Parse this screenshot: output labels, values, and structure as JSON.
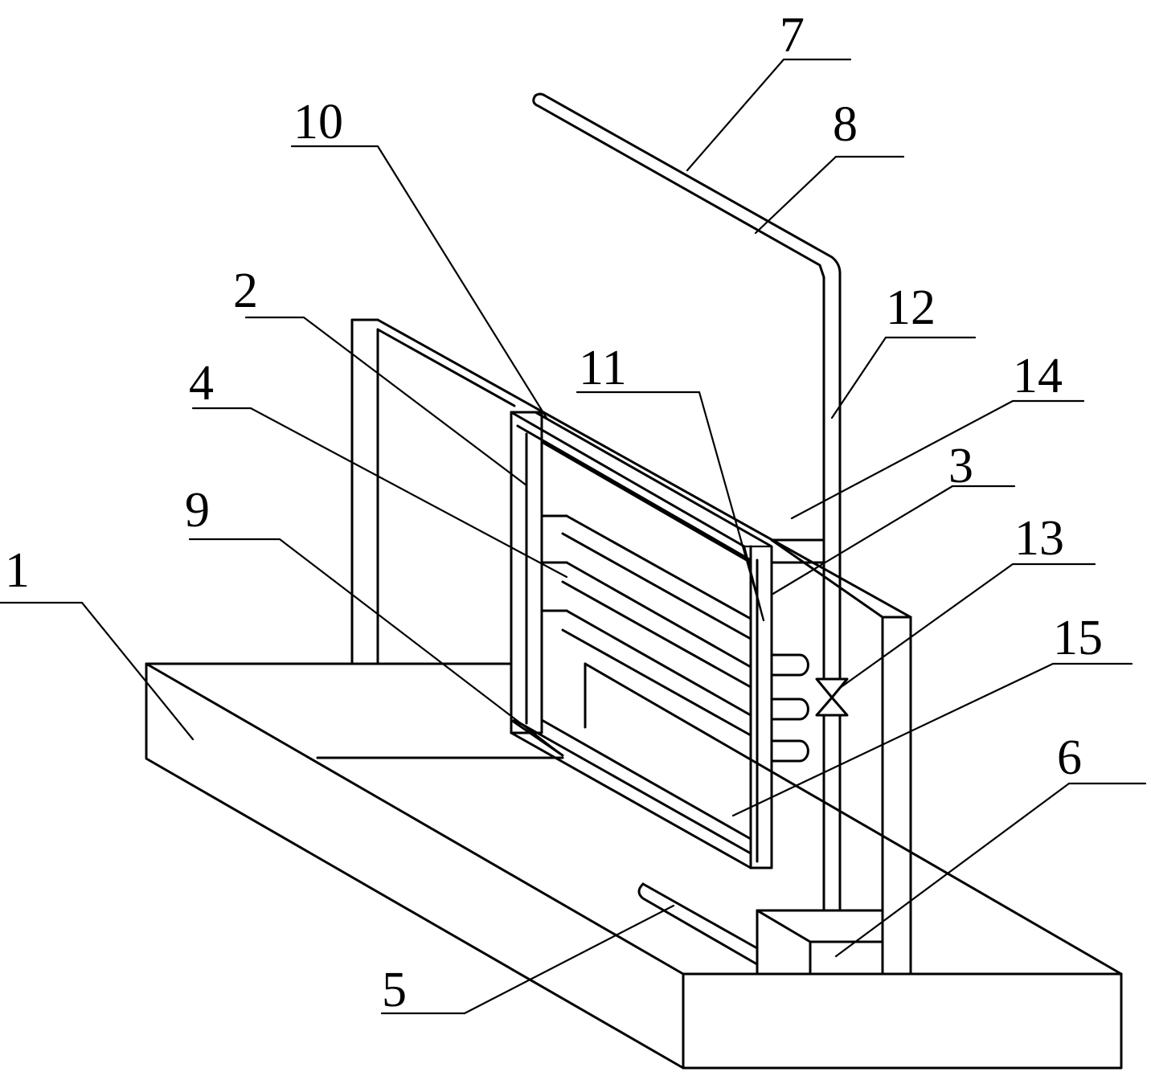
{
  "figure": {
    "labels": [
      {
        "id": "l1",
        "text": "1"
      },
      {
        "id": "l2",
        "text": "2"
      },
      {
        "id": "l3",
        "text": "3"
      },
      {
        "id": "l4",
        "text": "4"
      },
      {
        "id": "l5",
        "text": "5"
      },
      {
        "id": "l6",
        "text": "6"
      },
      {
        "id": "l7",
        "text": "7"
      },
      {
        "id": "l8",
        "text": "8"
      },
      {
        "id": "l9",
        "text": "9"
      },
      {
        "id": "l10",
        "text": "10"
      },
      {
        "id": "l11",
        "text": "11"
      },
      {
        "id": "l12",
        "text": "12"
      },
      {
        "id": "l13",
        "text": "13"
      },
      {
        "id": "l14",
        "text": "14"
      },
      {
        "id": "l15",
        "text": "15"
      }
    ]
  }
}
